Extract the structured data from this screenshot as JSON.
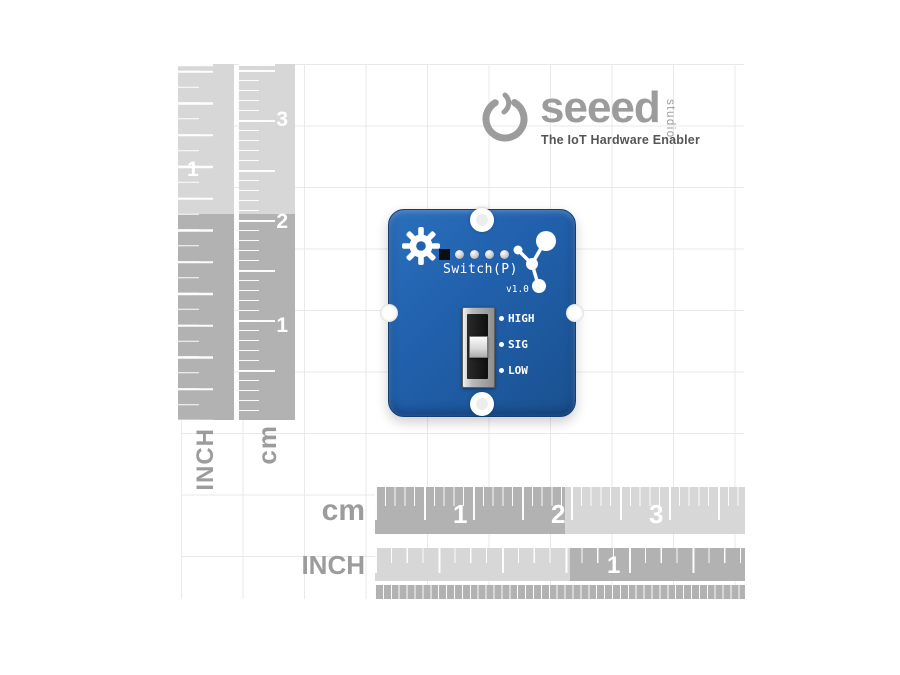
{
  "logo": {
    "brand": "seeed",
    "sub": "studio",
    "tagline": "The IoT Hardware Enabler"
  },
  "board": {
    "name": "Switch(P)",
    "version": "v1.0",
    "labels": [
      "HIGH",
      "SIG",
      "LOW"
    ]
  },
  "rulers": {
    "vertical_inch": {
      "label": "INCH",
      "numbers": [
        "1"
      ]
    },
    "vertical_cm": {
      "label": "cm",
      "numbers": [
        "3",
        "2",
        "1"
      ]
    },
    "horizontal_cm": {
      "label": "cm",
      "numbers": [
        "1",
        "2",
        "3"
      ]
    },
    "horizontal_inch": {
      "label": "INCH",
      "numbers": [
        "1"
      ]
    }
  },
  "colors": {
    "board_blue": "#2161ad",
    "board_blue_dark": "#1a518f",
    "ruler_light": "#d7d7d7",
    "ruler_dark": "#b2b2b2",
    "grid_line": "#e9e9e9",
    "logo_gray": "#9c9c9c",
    "tagline_gray": "#555555"
  }
}
